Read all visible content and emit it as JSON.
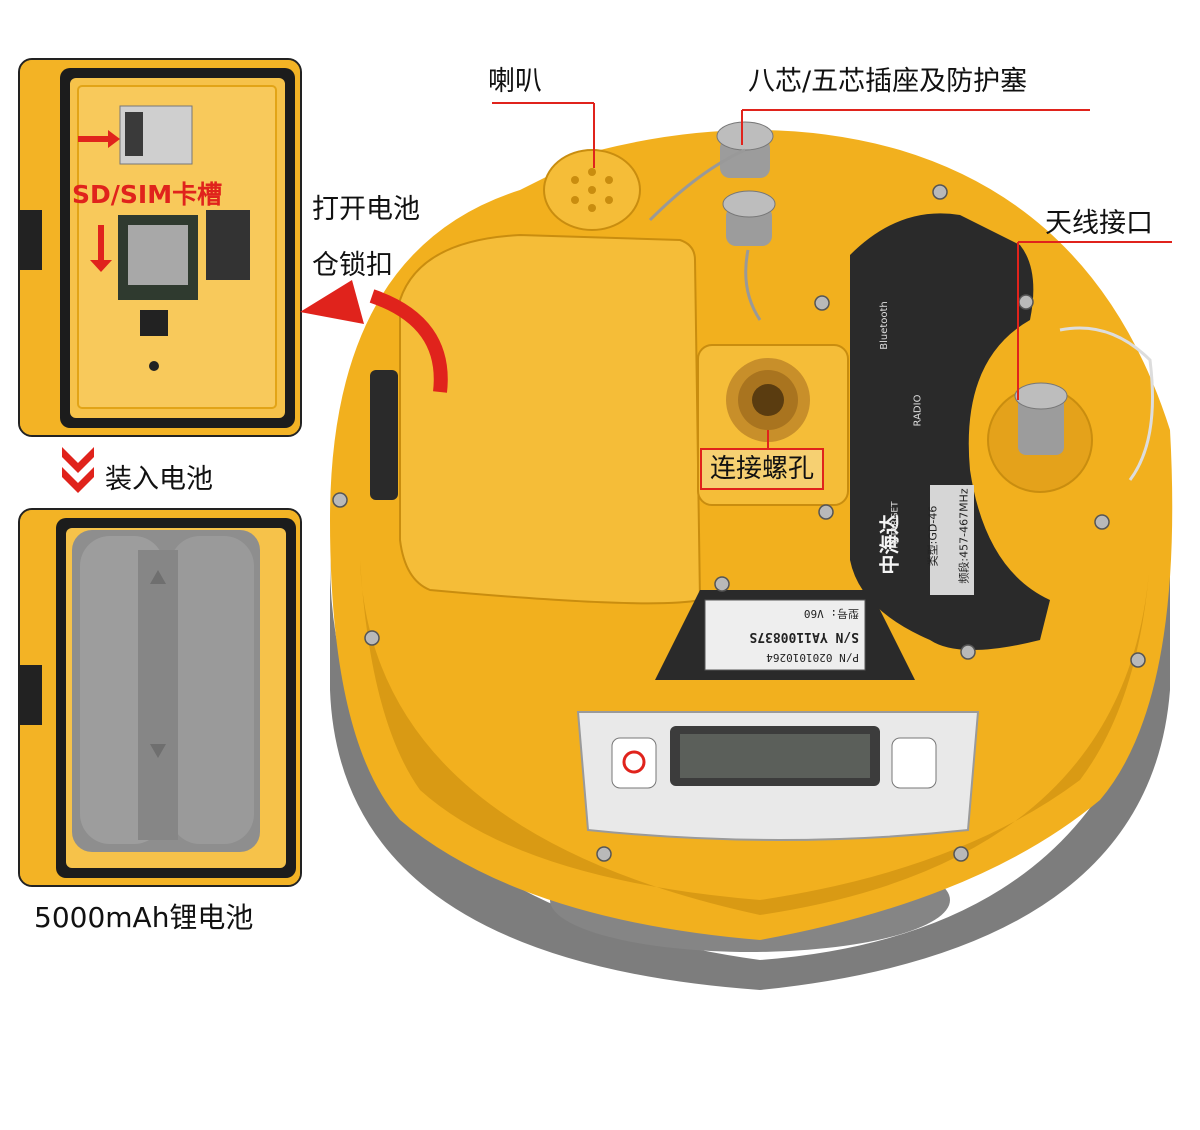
{
  "labels": {
    "speaker": "喇叭",
    "connector": "八芯/五芯插座及防护塞",
    "antenna": "天线接口",
    "battery_lock_line1": "打开电池",
    "battery_lock_line2": "仓锁扣",
    "card_slot": "SD/SIM卡槽",
    "insert_battery": "装入电池",
    "mount_hole": "连接螺孔",
    "battery_spec": "5000mAh锂电池"
  },
  "device": {
    "brand_cn": "中海达",
    "brand_en": "HI-TARGET",
    "model_label": "型号:",
    "model": "V60",
    "sn_label": "S/N",
    "sn": "YA1100837S",
    "pn_label": "P/N",
    "pn": "0201010264",
    "radio_type_label": "类型:",
    "radio_type": "GD-46",
    "radio_freq_label": "频段:",
    "radio_freq": "457-467MHz",
    "radio_text": "RADIO",
    "bluetooth_text": "Bluetooth"
  },
  "colors": {
    "body_yellow": "#f2b01e",
    "accent_red": "#e0231c",
    "dark_panel": "#2a2a2a",
    "gray_base": "#8c8c8c"
  }
}
